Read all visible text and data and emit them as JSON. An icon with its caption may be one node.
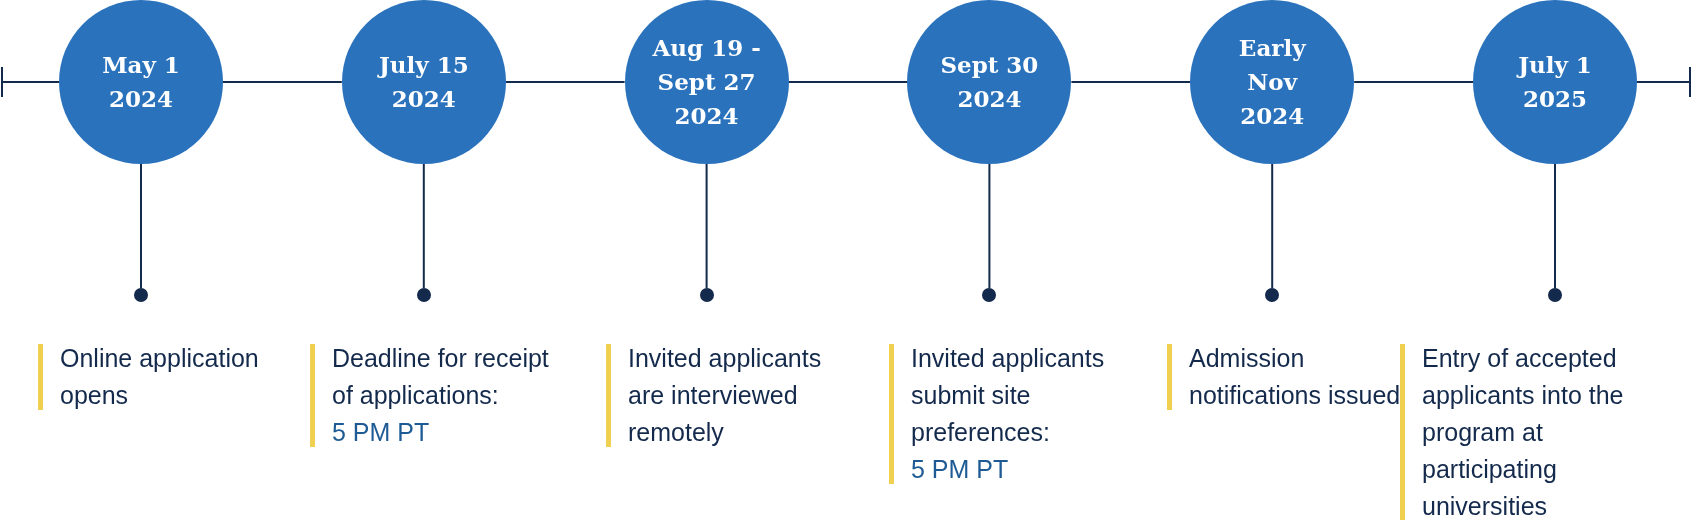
{
  "diagram": {
    "nodes": [
      {
        "text": [
          "May 1 2024"
        ]
      },
      {
        "text": [
          "July 15 2024"
        ]
      },
      {
        "text": [
          "Aug 19 - Sept 27 2024"
        ]
      },
      {
        "text": [
          "Sept 30 2024"
        ]
      },
      {
        "text": [
          "Early Nov 2024"
        ]
      },
      {
        "text": [
          "July 1 2025"
        ]
      },
      {
        "text": [],
        "shape": "circle",
        "beside": [
          "Online application opens"
        ]
      },
      {
        "text": [],
        "shape": "circle",
        "beside": [
          "Deadline for receipt of applications:",
          "5 PM PT"
        ]
      },
      {
        "text": [],
        "shape": "circle",
        "beside": [
          "Invited applicants are interviewed remotely"
        ]
      },
      {
        "text": [],
        "shape": "circle",
        "beside": [
          "Invited applicants submit site preferences:",
          "5 PM PT"
        ]
      },
      {
        "text": [],
        "shape": "circle",
        "beside": [
          "Admission notifications issued"
        ]
      },
      {
        "text": [],
        "shape": "circle",
        "beside": [
          "Entry of accepted applicants into the program at participating universities"
        ]
      }
    ],
    "edges": [
      {
        "from": null,
        "to": 0,
        "arrow": "other"
      },
      {
        "from": 0,
        "to": 1,
        "arrow": "none"
      },
      {
        "from": 1,
        "to": 2,
        "arrow": "none"
      },
      {
        "from": 2,
        "to": 3,
        "arrow": "none"
      },
      {
        "from": 3,
        "to": 4,
        "arrow": "none"
      },
      {
        "from": 4,
        "to": 5,
        "arrow": "none"
      },
      {
        "from": 5,
        "to": null,
        "arrow": "other"
      },
      {
        "from": 0,
        "to": 6,
        "arrow": "none"
      },
      {
        "from": 1,
        "to": 7,
        "arrow": "none"
      },
      {
        "from": 2,
        "to": 8,
        "arrow": "none"
      },
      {
        "from": 3,
        "to": 9,
        "arrow": "none"
      },
      {
        "from": 4,
        "to": 10,
        "arrow": "none"
      },
      {
        "from": 5,
        "to": 11,
        "arrow": "none"
      }
    ]
  }
}
